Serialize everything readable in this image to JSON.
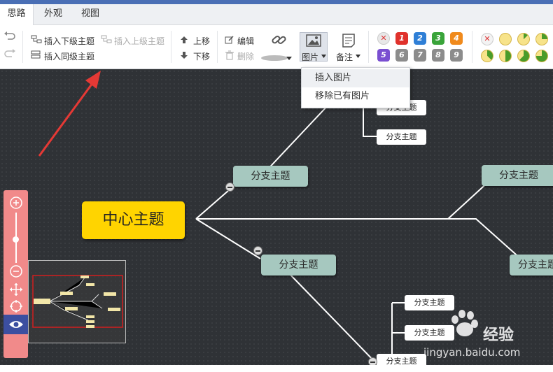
{
  "tabs": [
    {
      "label": "思路",
      "active": true
    },
    {
      "label": "外观",
      "active": false
    },
    {
      "label": "视图",
      "active": false
    }
  ],
  "toolbar": {
    "insert_child": "插入下级主题",
    "insert_parent": "插入上级主题",
    "insert_sibling": "插入同级主题",
    "move_up": "上移",
    "move_down": "下移",
    "edit": "编辑",
    "delete": "删除",
    "image_label": "图片",
    "note_label": "备注"
  },
  "priority_badges": [
    {
      "label": "✕",
      "color": "#e8e8e8",
      "text_color": "#d33"
    },
    {
      "label": "1",
      "color": "#e0322c",
      "text_color": "#fff"
    },
    {
      "label": "2",
      "color": "#2f7fd6",
      "text_color": "#fff"
    },
    {
      "label": "3",
      "color": "#3aa43a",
      "text_color": "#fff"
    },
    {
      "label": "4",
      "color": "#f08a1c",
      "text_color": "#fff"
    },
    {
      "label": "5",
      "color": "#7a4fd1",
      "text_color": "#fff"
    },
    {
      "label": "6",
      "color": "#8c8c8c",
      "text_color": "#fff"
    },
    {
      "label": "7",
      "color": "#8c8c8c",
      "text_color": "#fff"
    },
    {
      "label": "8",
      "color": "#8c8c8c",
      "text_color": "#fff"
    },
    {
      "label": "9",
      "color": "#8c8c8c",
      "text_color": "#fff"
    }
  ],
  "progress_icons": [
    0,
    0,
    0.125,
    0.25,
    0.375,
    0.5,
    0.625,
    0.75
  ],
  "image_menu": {
    "items": [
      "插入图片",
      "移除已有图片"
    ]
  },
  "mindmap": {
    "center": "中心主题",
    "branches": [
      "分支主题",
      "分支主题",
      "分支主题",
      "分支主题"
    ],
    "subtopics": [
      "分支主题",
      "分支主题",
      "分支主题",
      "分支主题",
      "分支主题"
    ]
  },
  "watermark": {
    "brand": "经验",
    "site": "jingyan.baidu.com"
  },
  "colors": {
    "accent_bar": "#4a6fb5",
    "center_node": "#ffd400",
    "branch_node": "#a6c8bf",
    "canvas": "#2f3236",
    "zoom_panel": "#f18a8a",
    "arrow": "#e53935"
  }
}
